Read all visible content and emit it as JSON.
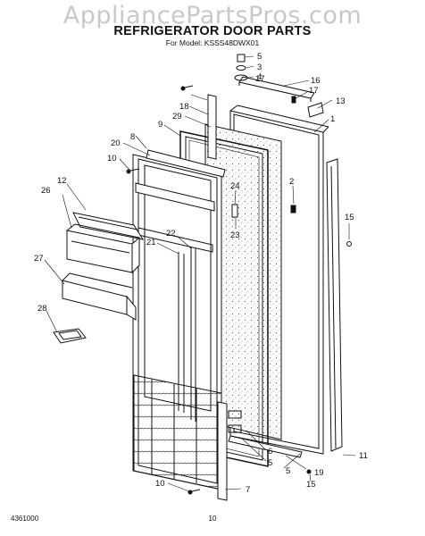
{
  "watermark": "AppliancePartsPros.com",
  "title": "REFRIGERATOR DOOR PARTS",
  "model": "For Model: KSSS48DWX01",
  "footer": {
    "code": "4361000",
    "page": "10"
  },
  "callouts": [
    "5",
    "3",
    "17",
    "4",
    "16",
    "17",
    "13",
    "18",
    "29",
    "1",
    "9",
    "20",
    "8",
    "10",
    "2",
    "24",
    "12",
    "26",
    "15",
    "23",
    "22",
    "21",
    "27",
    "28",
    "6",
    "5",
    "19",
    "11",
    "10",
    "7",
    "5",
    "15"
  ]
}
